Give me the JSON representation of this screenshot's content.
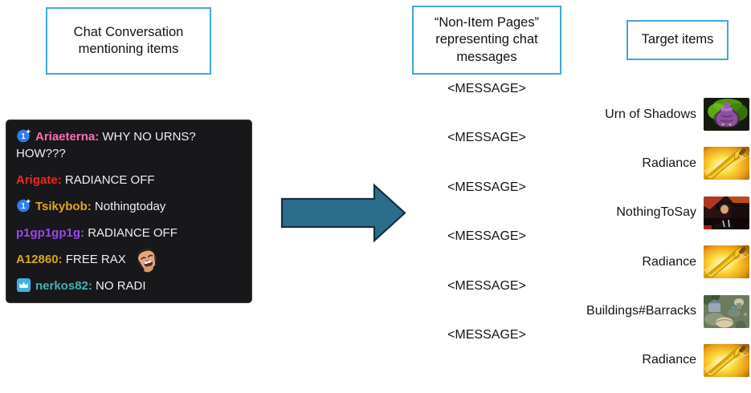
{
  "left": {
    "title": "Chat Conversation mentioning items",
    "chat": {
      "colon": ":",
      "badge_one_label": "1",
      "messages": [
        {
          "badge": "prediction-blue-1",
          "username": "Ariaeterna",
          "color": "#ff6eb4",
          "text": "WHY NO URNS?",
          "text2": "HOW???"
        },
        {
          "badge": "none",
          "username": "Arigate",
          "color": "#ff2020",
          "text": "RADIANCE OFF"
        },
        {
          "badge": "prediction-blue-1",
          "username": "Tsikybob",
          "color": "#e2a714",
          "text": "Nothingtoday"
        },
        {
          "badge": "none",
          "username": "p1gp1gp1g",
          "color": "#9a48ec",
          "text": "RADIANCE OFF"
        },
        {
          "badge": "none",
          "username": "A12860",
          "color": "#d9a616",
          "text": "FREE RAX",
          "emote": "kekw-laughing-face"
        },
        {
          "badge": "sub-crown",
          "username": "nerkos82",
          "color": "#49afaf",
          "text": "NO RADI"
        }
      ]
    }
  },
  "middle": {
    "title": "“Non-Item Pages” representing chat messages",
    "token": "<MESSAGE>",
    "count": 6
  },
  "right": {
    "title": "Target items",
    "items": [
      {
        "label": "Urn of Shadows",
        "image": "urn-of-shadows"
      },
      {
        "label": "Radiance",
        "image": "radiance"
      },
      {
        "label": "NothingToSay",
        "image": "player-photo"
      },
      {
        "label": "Radiance",
        "image": "radiance"
      },
      {
        "label": "Buildings#Barracks",
        "image": "barracks"
      },
      {
        "label": "Radiance",
        "image": "radiance"
      }
    ]
  },
  "colors": {
    "box_border": "#3FA7DE",
    "arrow_fill": "#2C6D8C",
    "arrow_stroke": "#14303F",
    "chat_background": "#18181b",
    "chat_text": "#efeff1",
    "prediction_badge_blue": "#2e7bf6",
    "crown_badge_blue": "#3fb0e0"
  }
}
